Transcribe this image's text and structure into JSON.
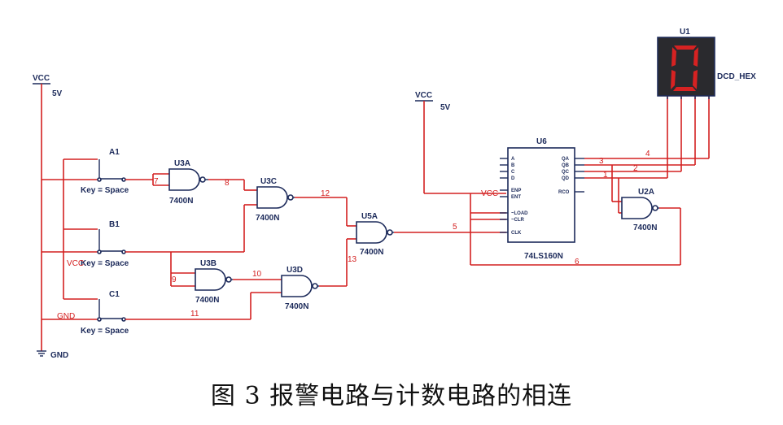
{
  "caption": "图 3   报警电路与计数电路的相连",
  "power": {
    "vcc_left": "VCC",
    "vcc_left_volt": "5V",
    "vcc_right": "VCC",
    "vcc_right_volt": "5V",
    "ground": "GND",
    "vcc_net_left": "VCC",
    "gnd_net_left": "GND",
    "vcc_net_counter": "VCC"
  },
  "switches": [
    {
      "name": "A1",
      "key": "Key = Space"
    },
    {
      "name": "B1",
      "key": "Key = Space"
    },
    {
      "name": "C1",
      "key": "Key = Space"
    }
  ],
  "gates": [
    {
      "name": "U3A",
      "part": "7400N"
    },
    {
      "name": "U3C",
      "part": "7400N"
    },
    {
      "name": "U3B",
      "part": "7400N"
    },
    {
      "name": "U3D",
      "part": "7400N"
    },
    {
      "name": "U5A",
      "part": "7400N"
    },
    {
      "name": "U2A",
      "part": "7400N"
    }
  ],
  "counter": {
    "name": "U6",
    "part": "74LS160N"
  },
  "display": {
    "name": "U1",
    "part": "DCD_HEX"
  },
  "nets": {
    "n1": "1",
    "n2": "2",
    "n3": "3",
    "n4": "4",
    "n5": "5",
    "n6": "6",
    "n7": "7",
    "n8": "8",
    "n9": "9",
    "n10": "10",
    "n11": "11",
    "n12": "12",
    "n13": "13"
  }
}
